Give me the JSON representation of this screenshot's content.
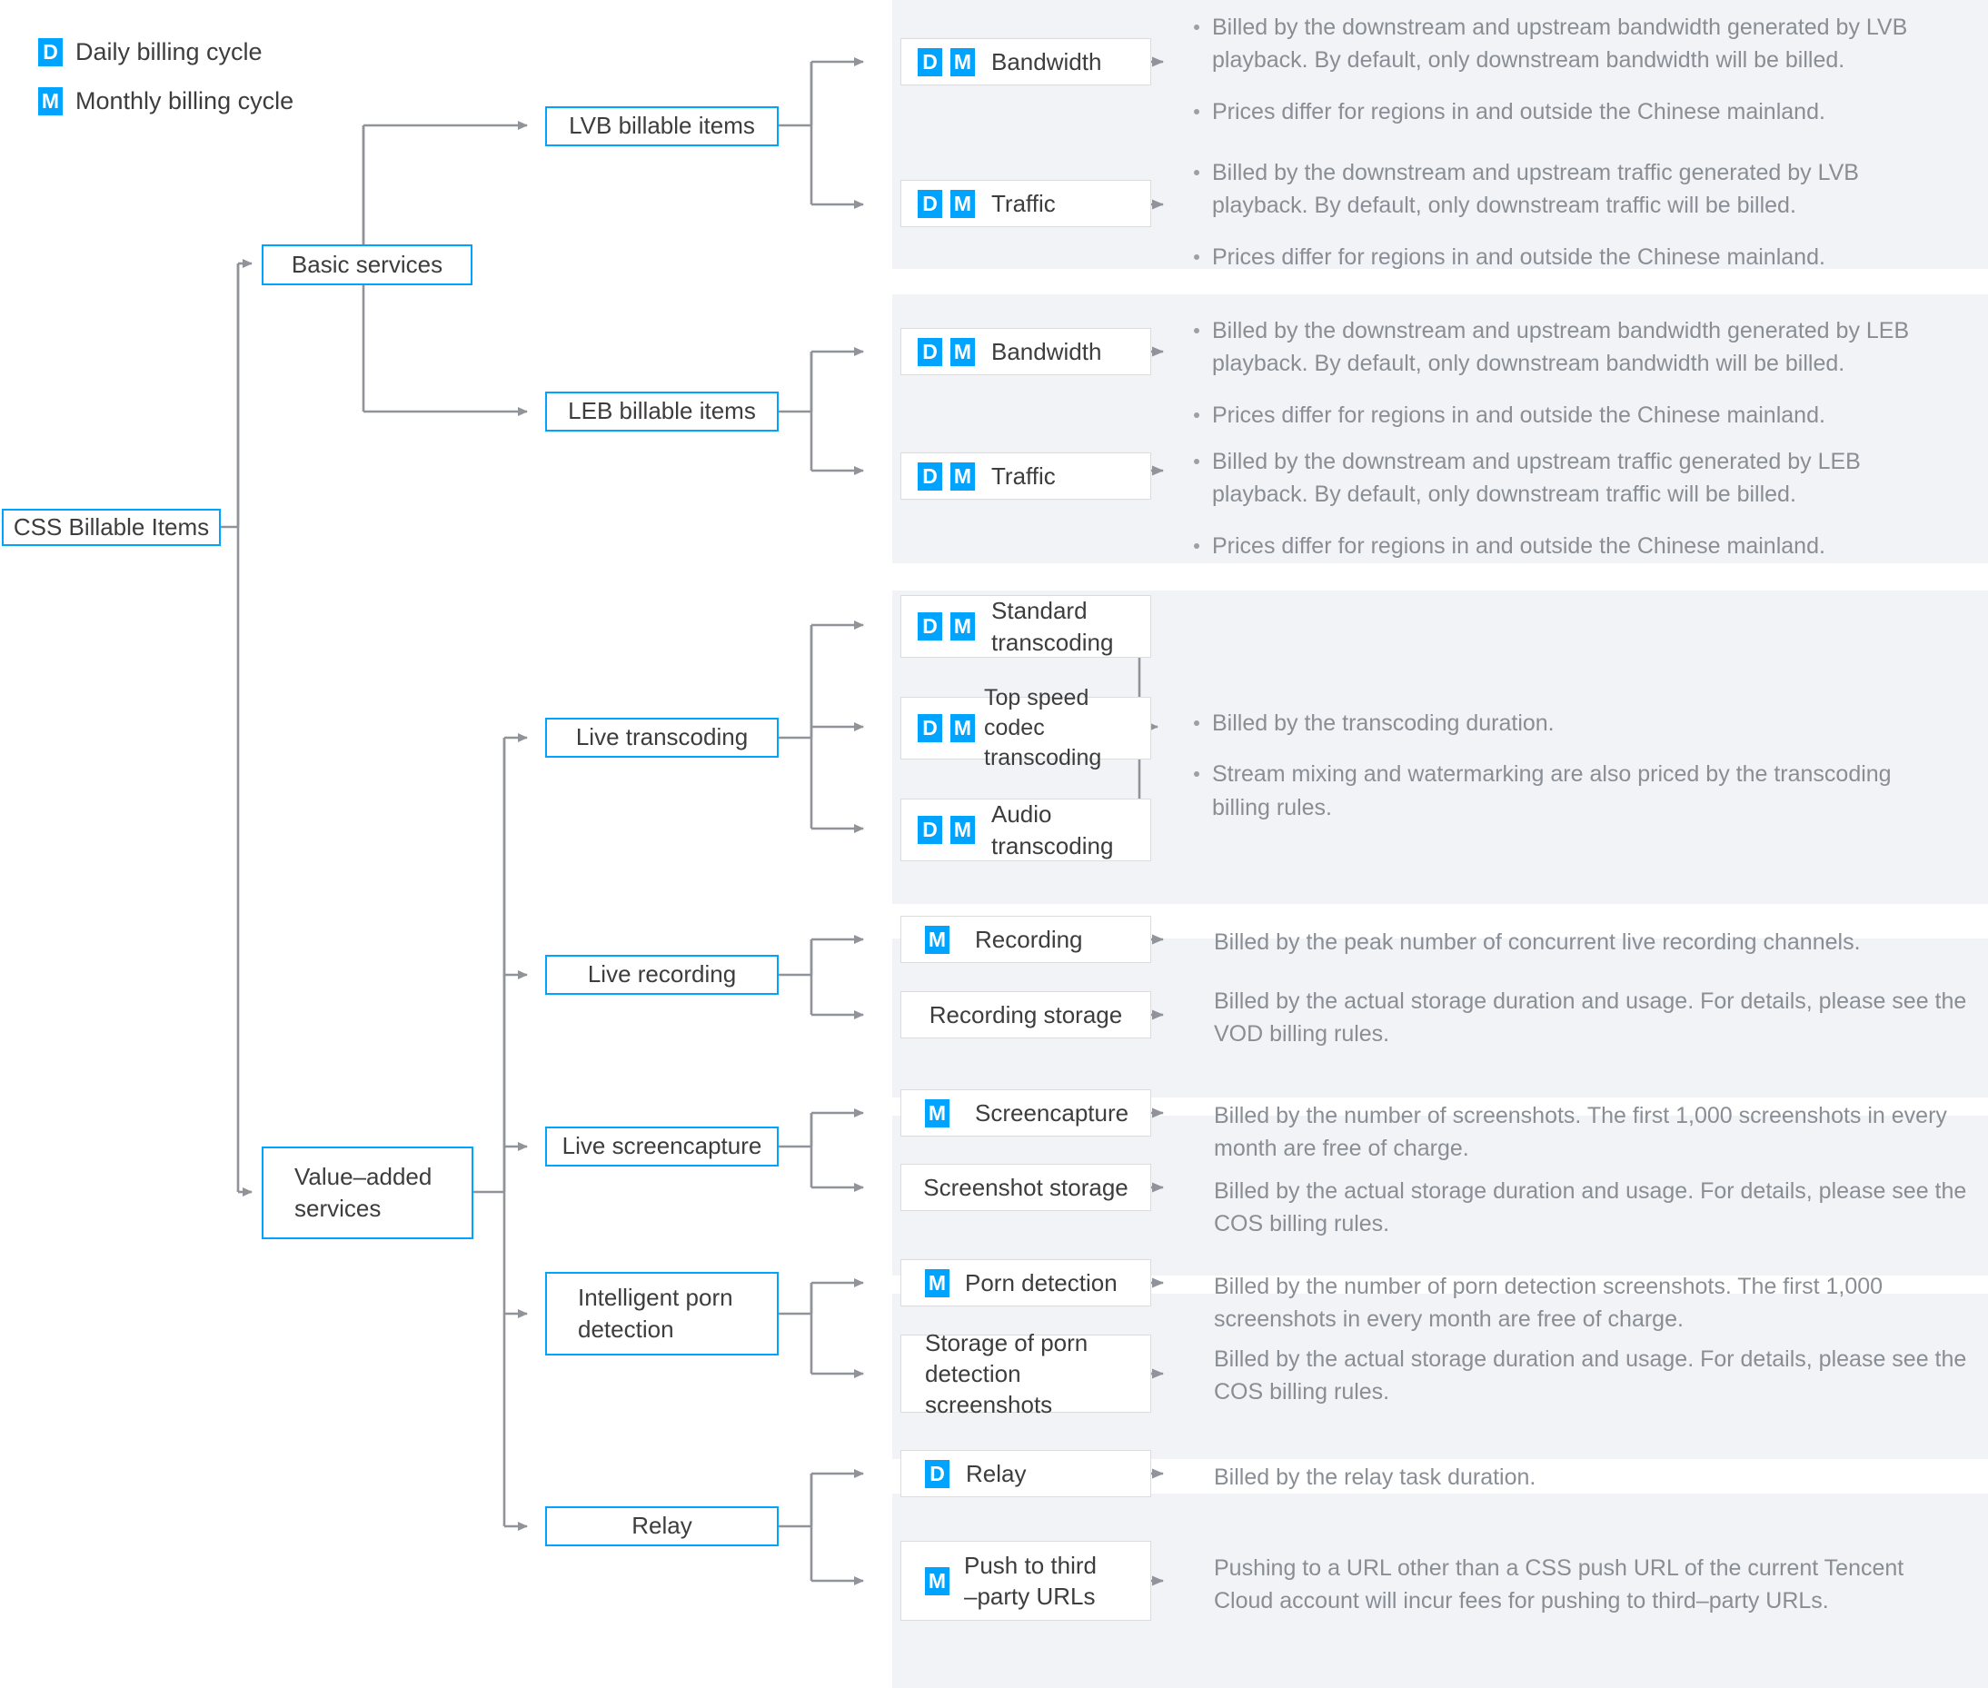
{
  "legend": {
    "items": [
      {
        "badge": "D",
        "label": "Daily billing cycle"
      },
      {
        "badge": "M",
        "label": "Monthly billing cycle"
      }
    ]
  },
  "root": {
    "label": "CSS Billable Items"
  },
  "branches": {
    "basic": {
      "label": "Basic services"
    },
    "value_added": {
      "label": "Value–added services"
    }
  },
  "categories": {
    "lvb": {
      "label": "LVB billable items"
    },
    "leb": {
      "label": "LEB billable items"
    },
    "transcoding": {
      "label": "Live transcoding"
    },
    "recording": {
      "label": "Live recording"
    },
    "screencapture": {
      "label": "Live screencapture"
    },
    "porn": {
      "label": "Intelligent porn detection"
    },
    "relay": {
      "label": "Relay"
    }
  },
  "items": {
    "lvb_bandwidth": {
      "badges": [
        "D",
        "M"
      ],
      "label": "Bandwidth"
    },
    "lvb_traffic": {
      "badges": [
        "D",
        "M"
      ],
      "label": "Traffic"
    },
    "leb_bandwidth": {
      "badges": [
        "D",
        "M"
      ],
      "label": "Bandwidth"
    },
    "leb_traffic": {
      "badges": [
        "D",
        "M"
      ],
      "label": "Traffic"
    },
    "standard_transcoding": {
      "badges": [
        "D",
        "M"
      ],
      "label": "Standard transcoding"
    },
    "topspeed_transcoding": {
      "badges": [
        "D",
        "M"
      ],
      "label": "Top speed codec transcoding"
    },
    "audio_transcoding": {
      "badges": [
        "D",
        "M"
      ],
      "label": "Audio transcoding"
    },
    "recording": {
      "badges": [
        "M"
      ],
      "label": "Recording"
    },
    "recording_storage": {
      "badges": [],
      "label": "Recording storage"
    },
    "screencapture": {
      "badges": [
        "M"
      ],
      "label": "Screencapture"
    },
    "screenshot_storage": {
      "badges": [],
      "label": "Screenshot storage"
    },
    "porn_detection": {
      "badges": [
        "M"
      ],
      "label": "Porn detection"
    },
    "porn_storage": {
      "badges": [],
      "label": "Storage of porn detection screenshots"
    },
    "relay": {
      "badges": [
        "D"
      ],
      "label": "Relay"
    },
    "push_third_party": {
      "badges": [
        "M"
      ],
      "label": "Push to third –party URLs"
    }
  },
  "descriptions": {
    "lvb_bandwidth": [
      "Billed by the downstream and upstream bandwidth generated by LVB playback. By default, only downstream bandwidth will be billed.",
      "Prices differ for regions in and outside the Chinese mainland."
    ],
    "lvb_traffic": [
      "Billed by the downstream and upstream traffic generated by LVB playback. By default, only downstream traffic will be billed.",
      "Prices differ for regions in and outside the Chinese mainland."
    ],
    "leb_bandwidth": [
      "Billed by the downstream and upstream bandwidth generated by LEB playback. By default, only downstream bandwidth will be billed.",
      "Prices differ for regions in and outside the Chinese mainland."
    ],
    "leb_traffic": [
      "Billed by the downstream and upstream traffic generated by LEB playback. By default, only downstream traffic will be billed.",
      "Prices differ for regions in and outside the Chinese mainland."
    ],
    "transcoding": [
      "Billed by the transcoding duration.",
      "Stream mixing and watermarking are also priced by the transcoding billing rules."
    ],
    "recording": "Billed by the peak number of concurrent live recording channels.",
    "recording_storage": "Billed by the actual storage duration and usage. For details, please see the VOD billing rules.",
    "screencapture": "Billed by the number of screenshots. The first 1,000 screenshots in every month are free of charge.",
    "screenshot_storage": "Billed by the actual storage duration and usage. For details, please see the COS billing rules.",
    "porn_detection": "Billed by the number of porn detection screenshots. The first 1,000 screenshots in every month are free of charge.",
    "porn_storage": "Billed by the actual storage duration and usage. For details, please see the COS billing rules.",
    "relay": "Billed by the relay task duration.",
    "push_third_party": "Pushing to a URL other than a CSS push URL of the current Tencent Cloud account will incur fees for pushing to third–party URLs."
  },
  "colors": {
    "accent": "#00a4ff",
    "panel_bg": "#f1f3f6",
    "box_border": "#dcdcdc",
    "text": "#3d3d3d",
    "desc_text": "#898e95",
    "wire": "#909399"
  }
}
